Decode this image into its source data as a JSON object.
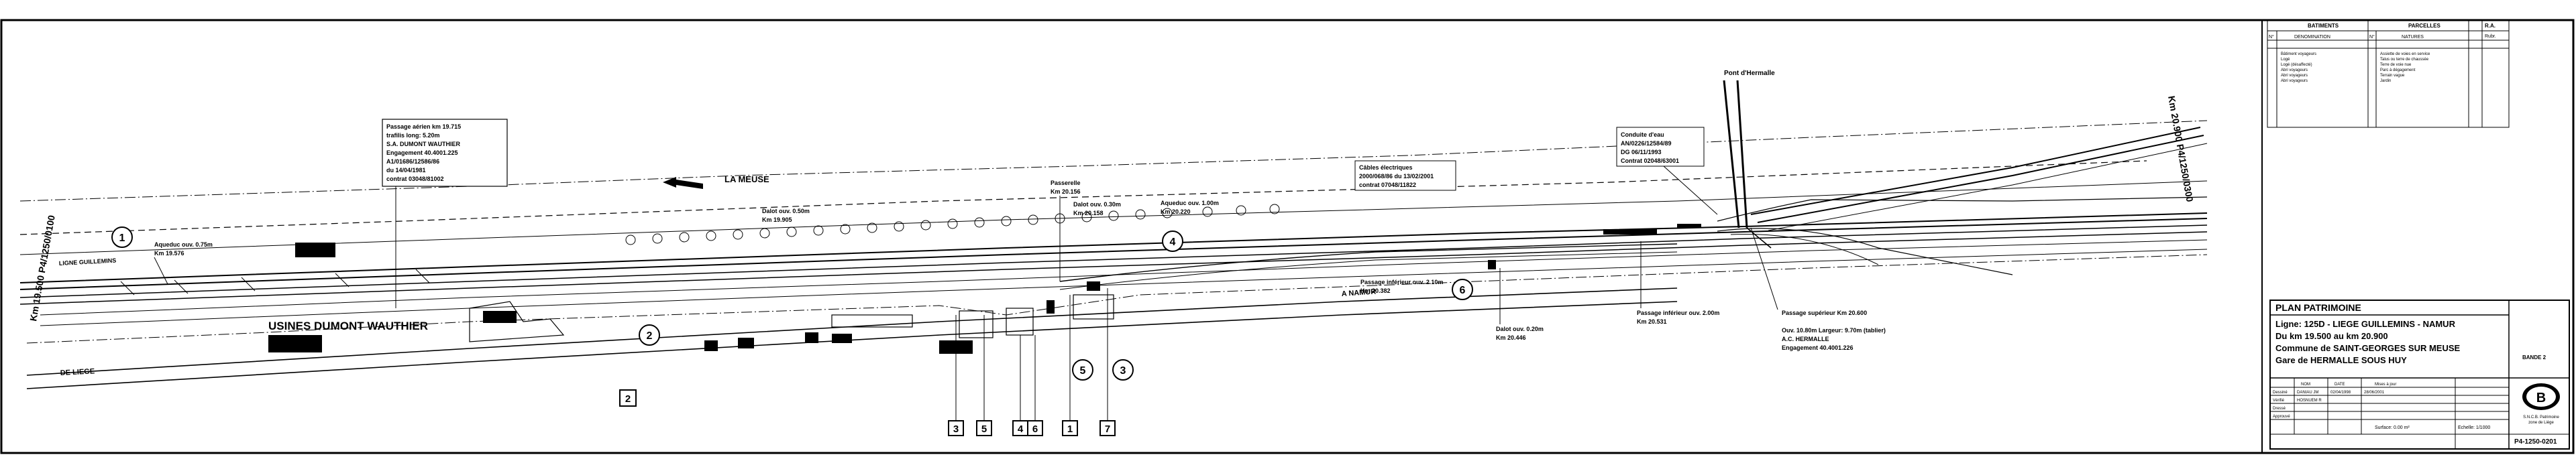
{
  "plan": {
    "title": "PLAN PATRIMOINE",
    "line": "Ligne: 125D - LIEGE GUILLEMINS - NAMUR",
    "km_range": "Du km 19.500 au km 20.900",
    "commune": "Commune de SAINT-GEORGES SUR MEUSE",
    "station": "Gare de HERMALLE SOUS HUY",
    "side_code": "BANDE 2",
    "drawing_number": "P4-1250-0201"
  },
  "title_block": {
    "labels": [
      "Dessiné",
      "Vérifié",
      "Dressé",
      "Approuvé"
    ],
    "names": [
      "DANIAU JM",
      "HOSNUEM R",
      "",
      ""
    ],
    "dates": [
      "02/04/1998",
      "",
      "",
      ""
    ],
    "date2": "28/06/2001",
    "col_nom": "NOM",
    "col_date": "DATE",
    "col_mise": "Mises à jour",
    "surface": "Surface: 0.00 m²",
    "echelle": "Echelle: 1/1000",
    "brand_line1": "S.N.C.B. Patrimoine",
    "brand_line2": "zone de Liège"
  },
  "legend": {
    "h_batiments": "BATIMENTS",
    "h_parcelles": "PARCELLES",
    "h_ra": "R.A.",
    "h_rubr": "Rubr.",
    "h_no": "N°",
    "h_denomination": "DENOMINATION",
    "h_natures": "NATURES",
    "batiments": [
      "Bâtiment voyageurs",
      "Logé",
      "Logé (désaffecté)",
      "Abri voyageurs",
      "Abri voyageurs",
      "Abri voyageurs"
    ],
    "parcelles": [
      "Assiette de voies en service",
      "Talus ou terre de chaussée",
      "Terre de voie nue",
      "Parc à dégagement",
      "Terrain vague",
      "Jardin"
    ]
  },
  "river": "LA MEUSE",
  "road_namur": "A NAMUR",
  "road_liege": "DE LIEGE",
  "factory": "USINES DUMONT WAUTHIER",
  "liege_guillemins": "LIGNE GUILLEMINS",
  "pont_hermalle": "Pont d'Hermalle",
  "km_left": "Km 19.500 P4/1250/0100",
  "km_right": "Km 20.900 P4/1250/0300",
  "circles": [
    "1",
    "2",
    "3",
    "4",
    "5",
    "6"
  ],
  "boxes": [
    "2",
    "3",
    "5",
    "4",
    "6",
    "1",
    "7"
  ],
  "annotations": {
    "passage_aerien": [
      "Passage aérien km 19.715",
      "trafilis long: 5.20m",
      "S.A. DUMONT WAUTHIER",
      "Engagement 40.4001.225",
      "A1/01686/12586/86",
      "du 14/04/1981",
      "contrat 03048/81002"
    ],
    "aqueduc1": [
      "Aqueduc ouv. 0.75m",
      "Km 19.576"
    ],
    "dalot1": [
      "Dalot ouv. 0.50m",
      "Km 19.905"
    ],
    "passerelle": [
      "Passerelle",
      "Km 20.156"
    ],
    "dalot2": [
      "Dalot ouv. 0.30m",
      "Km 20.158"
    ],
    "aqueduc2": [
      "Aqueduc ouv. 1.00m",
      "Km 20.220"
    ],
    "cables": [
      "Câbles électriques",
      "2000/068/86 du 13/02/2001",
      "contrat 07048/11822"
    ],
    "conduite": [
      "Conduite d'eau",
      "AN/0226/12584/89",
      "DG 06/11/1993",
      "Contrat 02048/63001"
    ],
    "passage_inf1": [
      "Passage inférieur ouv. 2.10m",
      "Km 20.382"
    ],
    "dalot3": [
      "Dalot ouv. 0.20m",
      "Km 20.446"
    ],
    "passage_inf2": [
      "Passage inférieur ouv. 2.00m",
      "Km 20.531"
    ],
    "passage_sup": [
      "Passage supérieur Km 20.600",
      "",
      "Ouv. 10.80m Largeur: 9.70m (tablier)",
      "A.C. HERMALLE",
      "Engagement 40.4001.226"
    ]
  }
}
